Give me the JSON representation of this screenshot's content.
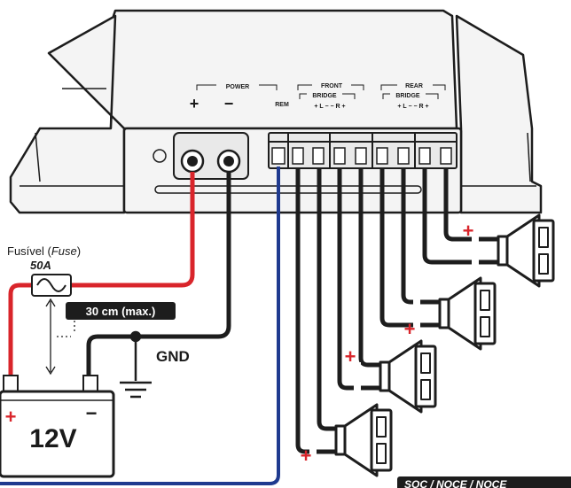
{
  "amplifier": {
    "power_label": "POWER",
    "power_plus": "+",
    "power_minus": "−",
    "rem_label": "REM",
    "front_label": "FRONT",
    "rear_label": "REAR",
    "bridge_label": "BRIDGE",
    "channel_polarity": "+ L −    − R +"
  },
  "fuse": {
    "label": "Fusível",
    "label_en": "Fuse",
    "rating": "50A"
  },
  "distance_badge": "30 cm (max.)",
  "ground_label": "GND",
  "battery": {
    "voltage": "12V",
    "plus": "+",
    "minus": "−"
  },
  "speaker_plus": "+",
  "footer_partial": "SOC / NOCE / NOCE",
  "colors": {
    "positive_wire": "#d9252b",
    "negative_wire": "#1d1d1d",
    "remote_wire": "#1f3a8f",
    "outline": "#1d1d1d",
    "amp_body": "#f4f4f4"
  }
}
